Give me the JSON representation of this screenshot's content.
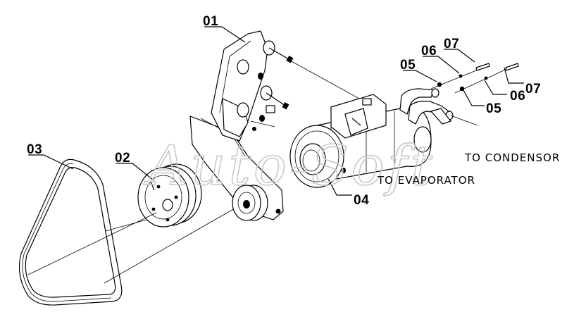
{
  "watermark": "Auto-Soft",
  "callouts": [
    {
      "id": "c01",
      "text": "01"
    },
    {
      "id": "c02",
      "text": "02"
    },
    {
      "id": "c03",
      "text": "03"
    },
    {
      "id": "c04",
      "text": "04"
    },
    {
      "id": "c05a",
      "text": "05"
    },
    {
      "id": "c05b",
      "text": "05"
    },
    {
      "id": "c06a",
      "text": "06"
    },
    {
      "id": "c06b",
      "text": "06"
    },
    {
      "id": "c07a",
      "text": "07"
    },
    {
      "id": "c07b",
      "text": "07"
    }
  ],
  "notes": {
    "condensor": "TO CONDENSOR",
    "evaporator": "TO EVAPORATOR"
  }
}
